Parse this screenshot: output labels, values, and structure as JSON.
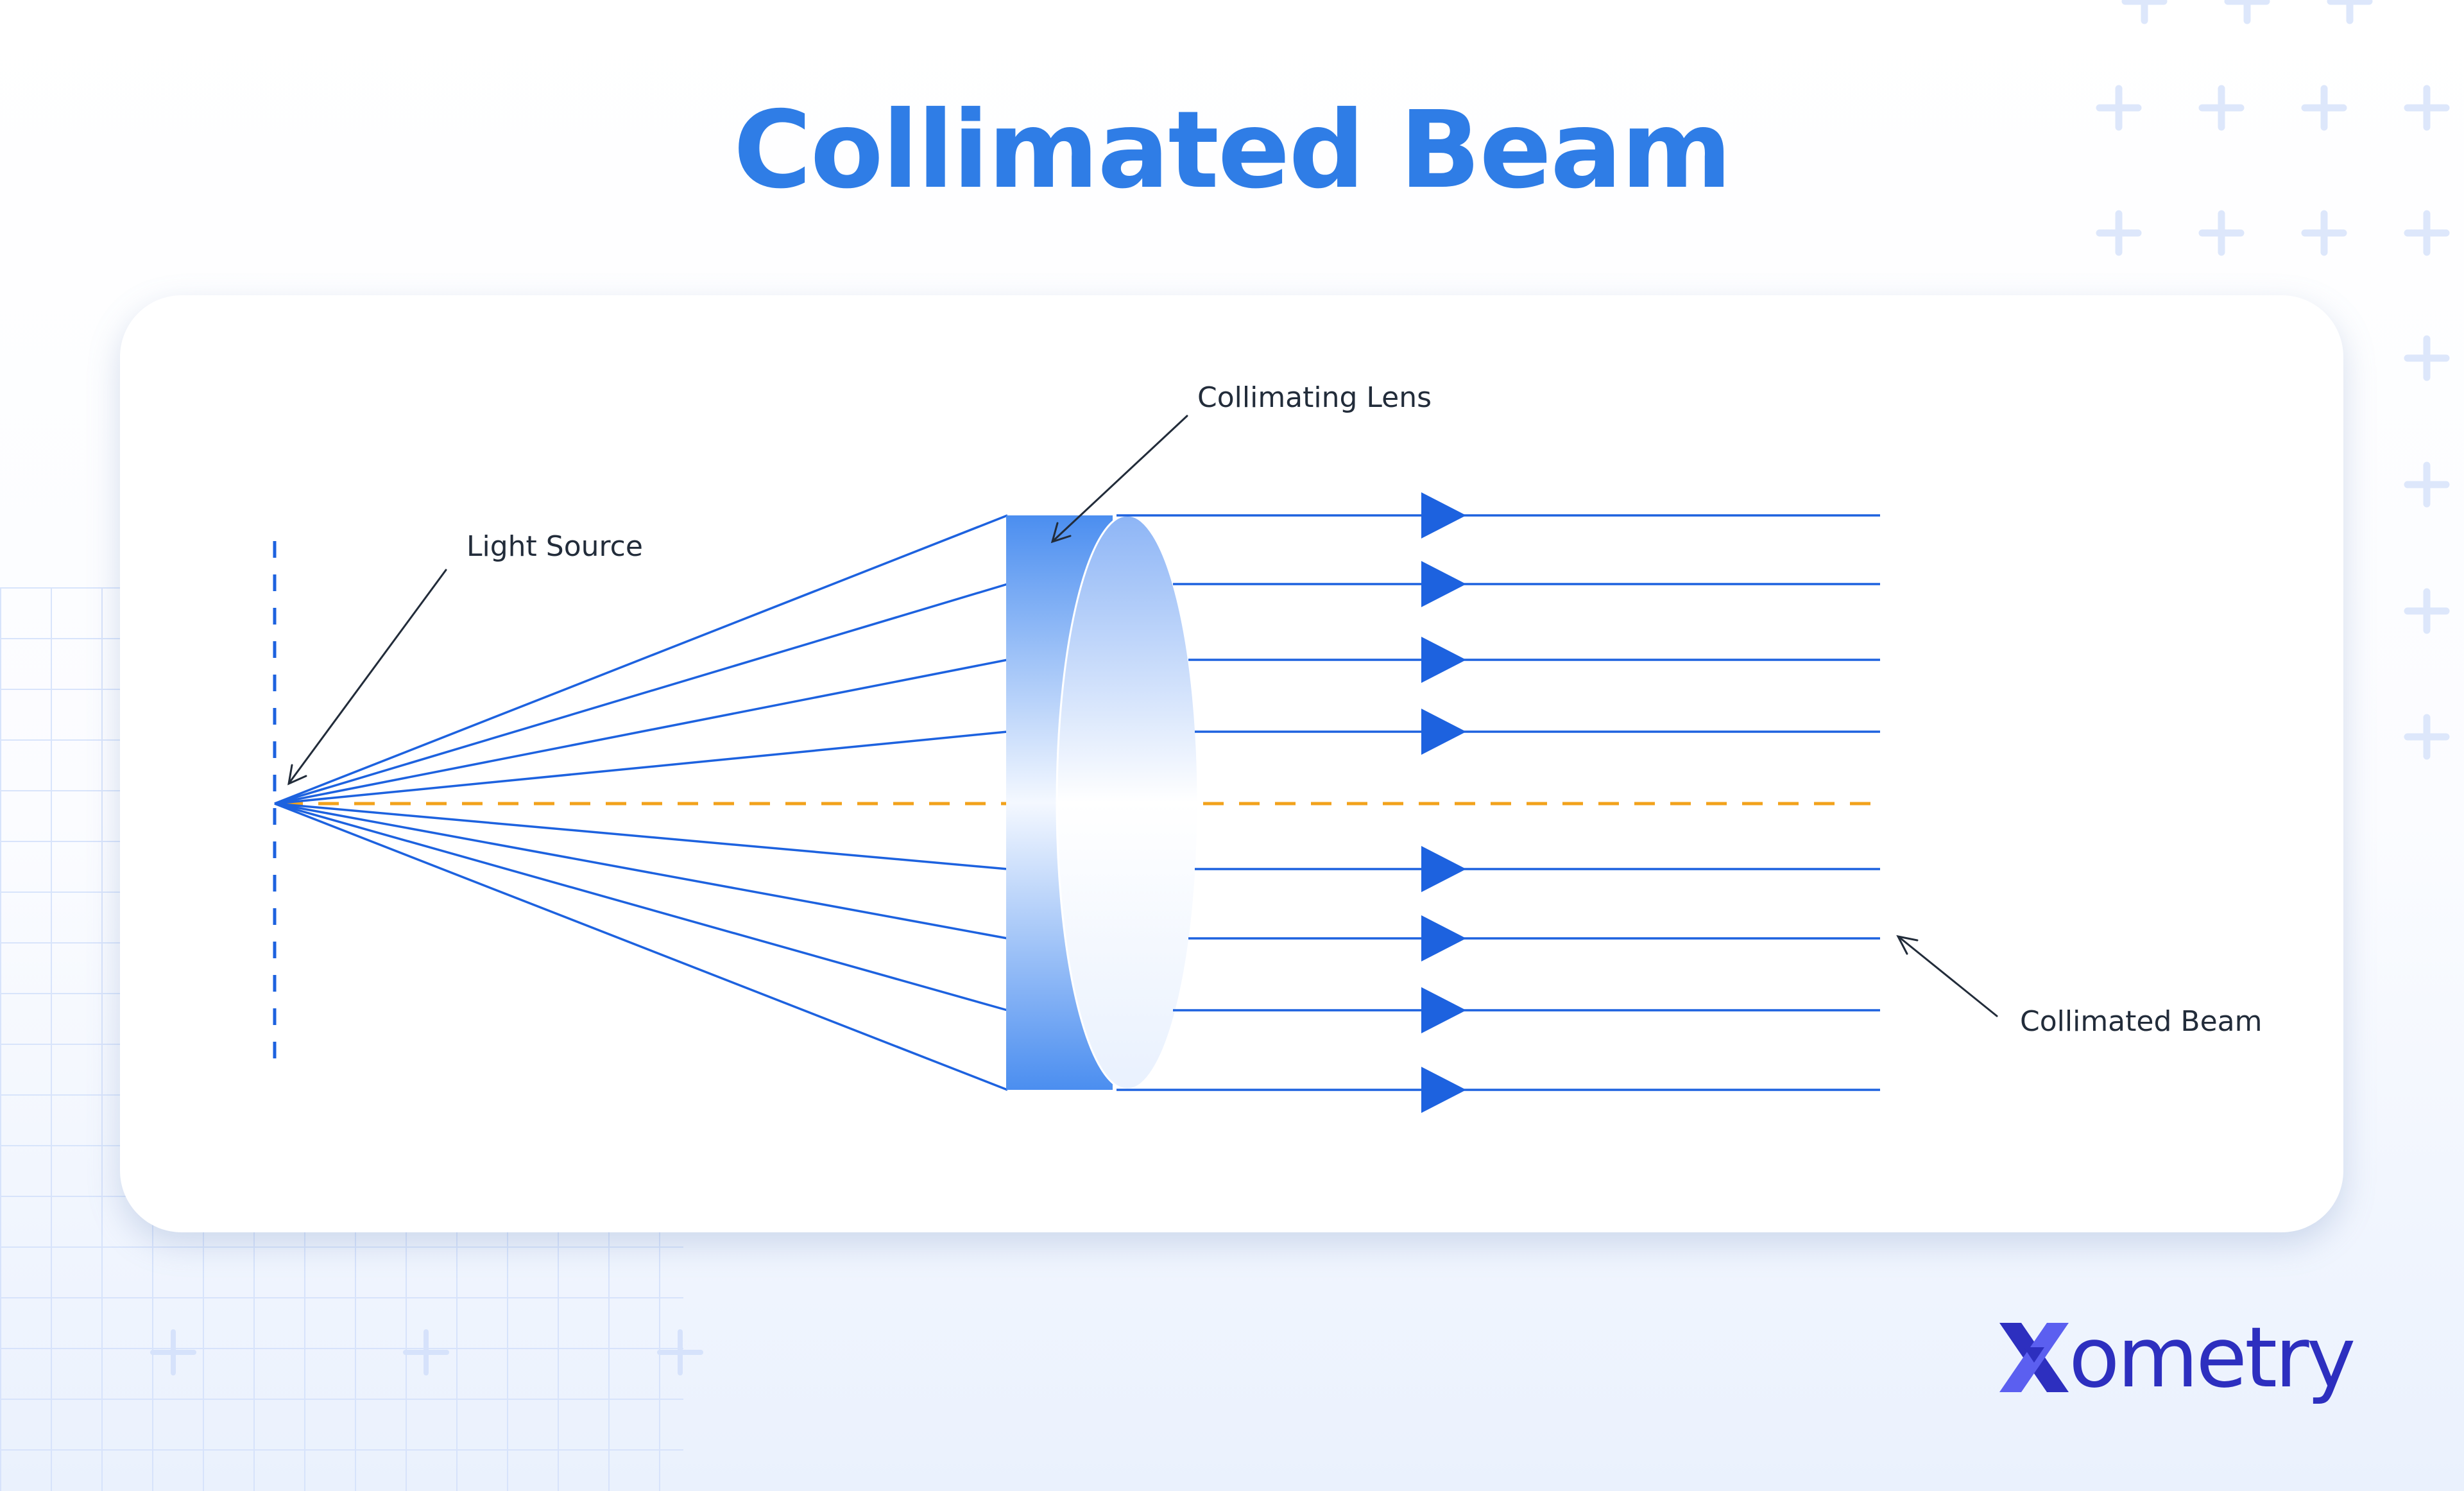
{
  "title": "Collimated Beam",
  "labels": {
    "light_source": "Light Source",
    "collimating_lens": "Collimating Lens",
    "collimated_beam": "Collimated Beam"
  },
  "logo": {
    "text": "Xometry",
    "word_after_mark": "ometry"
  },
  "colors": {
    "title": "#2f7de6",
    "rays": "#1d62df",
    "arrowheads": "#1d62df",
    "optical_axis": "#f2a21b",
    "lens": "#4b8ef0",
    "logo": "#2d2fbf",
    "grid": "#d5e2fb",
    "background_plus": "#dde7fb"
  },
  "diagram": {
    "ray_count": 8,
    "ray_behavior": "rays diverge from a point light source, pass through the collimating lens and exit parallel",
    "optical_axis_style": "dashed orange line"
  }
}
